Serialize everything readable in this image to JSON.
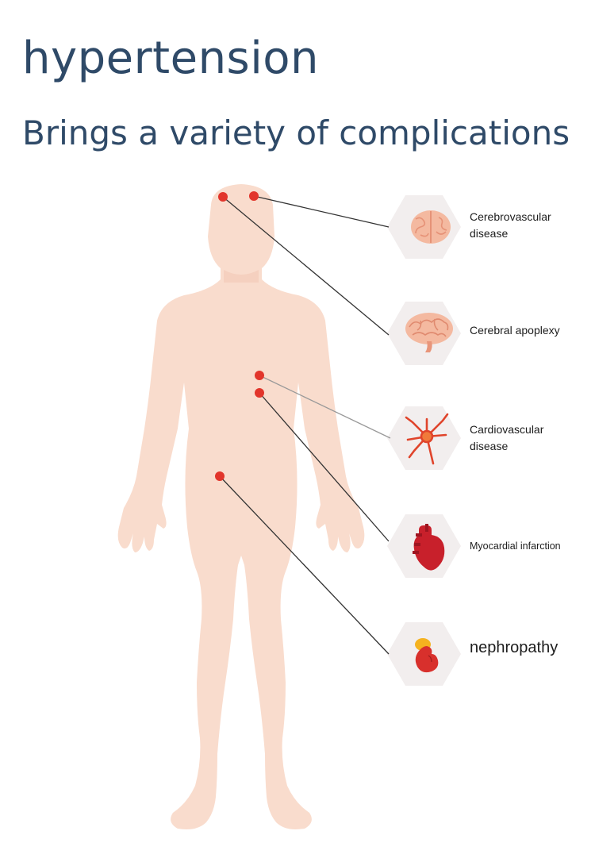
{
  "title": "hypertension",
  "subtitle": "Brings a variety of complications",
  "colors": {
    "title": "#2f4a68",
    "body_skin": "#f9dccd",
    "marker": "#e2352b",
    "hexagon": "#f2eeee",
    "leader_line": "#333333"
  },
  "complications": [
    {
      "label_line1": "Cerebrovascular",
      "label_line2": "disease",
      "icon": "brain-top-icon"
    },
    {
      "label_line1": "Cerebral apoplexy",
      "label_line2": "",
      "icon": "brain-side-icon"
    },
    {
      "label_line1": "Cardiovascular",
      "label_line2": "disease",
      "icon": "blood-vessel-icon"
    },
    {
      "label_line1": "Myocardial infarction",
      "label_line2": "",
      "icon": "heart-icon"
    },
    {
      "label_line1": "nephropathy",
      "label_line2": "",
      "icon": "kidney-icon"
    }
  ]
}
